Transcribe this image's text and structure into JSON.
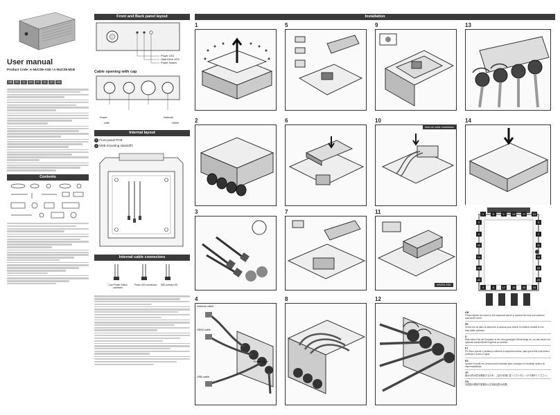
{
  "manual": {
    "title": "User manual",
    "product_code": "Product Code: A-NUC08-A1B / A-NUC08-M1B",
    "languages": [
      "GB",
      "FR",
      "D",
      "ES",
      "PT",
      "IT",
      "JP",
      "CN"
    ],
    "contents_heading": "Contents"
  },
  "front_back": {
    "heading": "Front and Back panel layout",
    "power_led": "Power LED",
    "hdd_led": "Hard Drive LED",
    "power_switch": "Power Switch",
    "cable_heading": "Cable opening with cap",
    "power": "Power",
    "usb": "USB",
    "network": "Network",
    "hdmi": "HDMI"
  },
  "internal": {
    "heading": "Internal layout",
    "item1": "Front panel PCB",
    "item2": "M4B mounting standoffs",
    "connectors_heading": "Internal cable connectors",
    "conn1": "2-pin Power Switch connector",
    "conn2": "Power LED connectors",
    "conn3": "HDD activity LED"
  },
  "install": {
    "heading": "Installation",
    "steps": [
      "1",
      "2",
      "3",
      "4",
      "5",
      "6",
      "7",
      "8",
      "9",
      "10",
      "11",
      "12",
      "13",
      "14"
    ],
    "internal_cable": "Internal cable Installation",
    "msata": "mSATA SSD",
    "network_cable": "Network cable",
    "hdmi_cable": "HDMI cable",
    "usb_cable": "USB cable",
    "power_cable": "Power cable",
    "screw_order_top": [
      "1",
      "5",
      "9",
      "13",
      "17",
      "21"
    ],
    "screw_order_bottom": [
      "4",
      "8",
      "12",
      "16",
      "20",
      "24"
    ],
    "screw_order_left": [
      "2",
      "6",
      "10",
      "14",
      "18",
      "22"
    ],
    "screw_order_right": [
      "3",
      "7",
      "11",
      "15",
      "19",
      "23"
    ],
    "gb_tag": "GB",
    "gb_text": "Please tighten the screw in the sequence above to achieve the best and optimum waterproof result.",
    "fr_tag": "FR",
    "fr_text": "Serrez les vis dans la séquence ci-dessus pour obtenir le meilleur résultat et une étanchéité optimale.",
    "d_tag": "D",
    "d_text": "Bitte ziehen Sie die Schraube in der oben gezeigten Reihenfolge an, um das beste und optimale wasserdichte Ergebnis zu erzielen.",
    "pt_tag": "PT",
    "pt_text": "Por favor, aperte o parafuso conforme a sequência acima, para que tenha uma melhor proteção à prova d' água.",
    "es_tag": "ES",
    "es_text": "Apriete el tornillo en la secuencia mostrada para conseguir el resultado óptimo de impermeabilidad.",
    "jp_tag": "JP",
    "jp_text": "最大の防水性を確保するため、上記の手順に従ってネジをしっかり締めてください。",
    "cn_tag": "CN",
    "cn_text": "请按图示顺序拧紧螺丝以达到最佳防水效果。"
  }
}
